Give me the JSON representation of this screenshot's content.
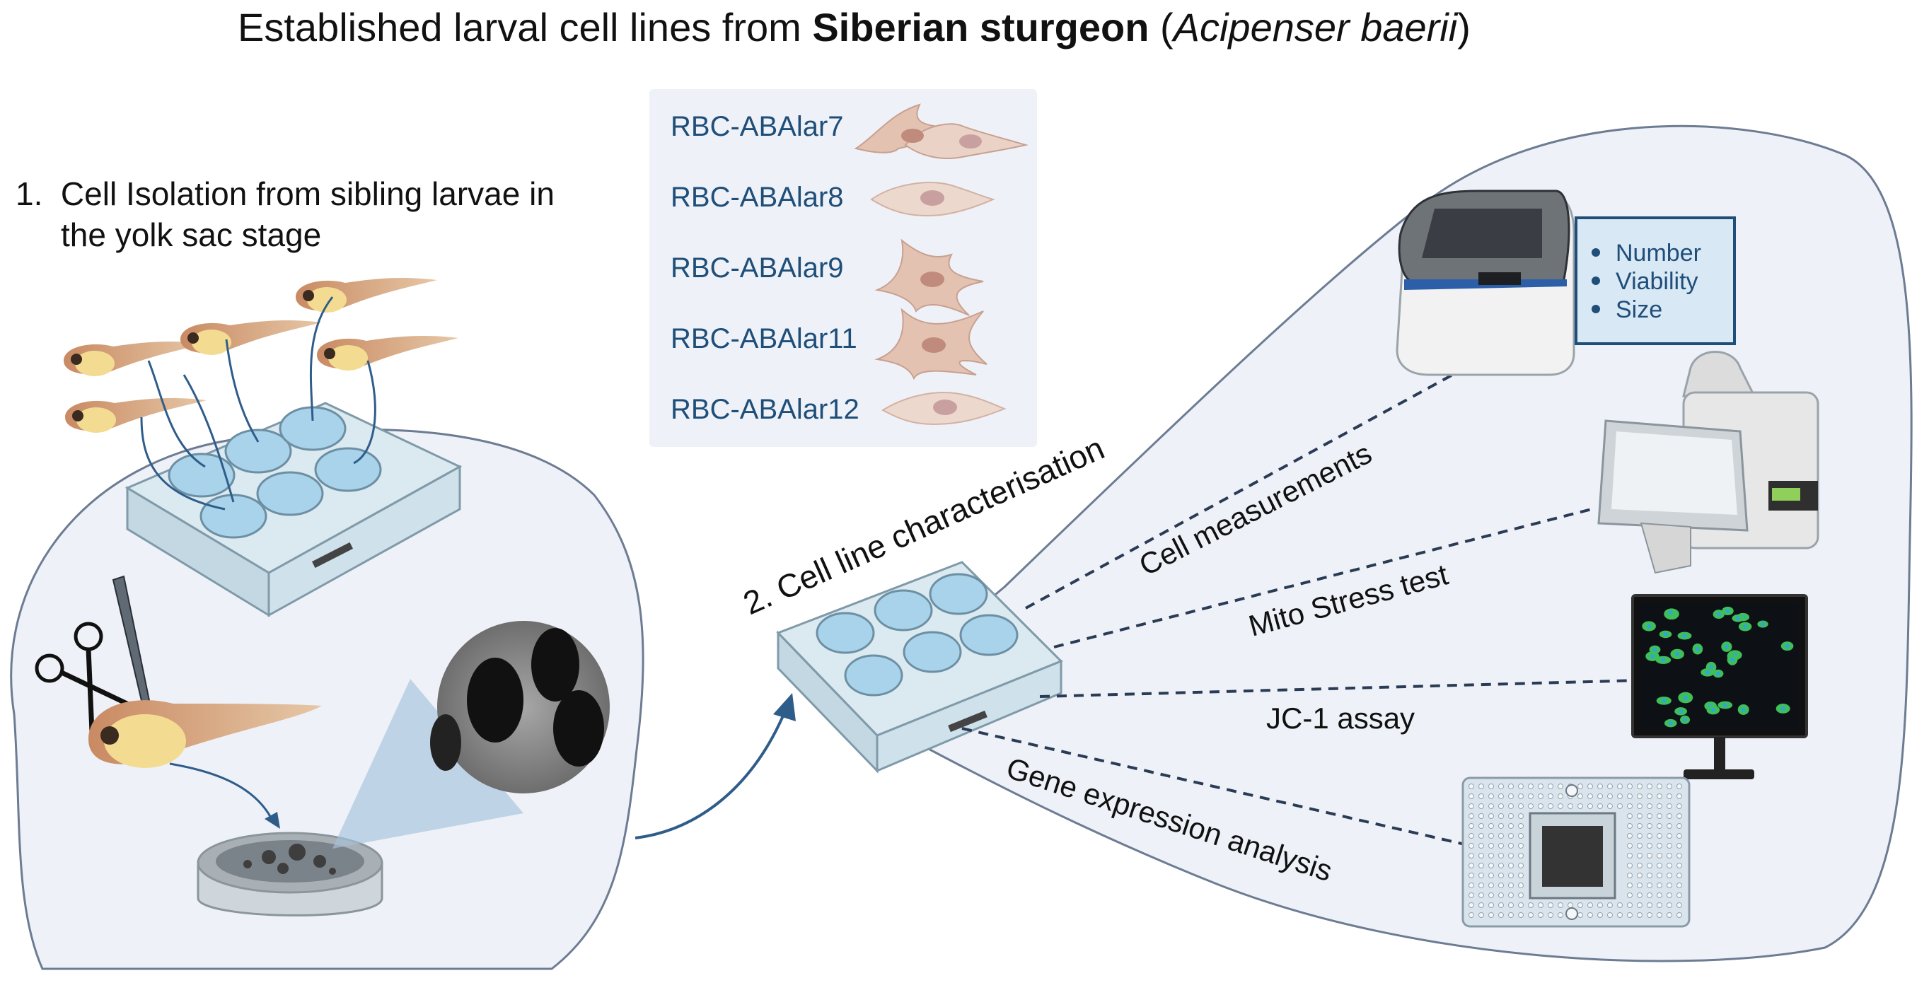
{
  "title": {
    "prefix": "Established larval cell lines from ",
    "bold": "Siberian sturgeon",
    "paren_open": " (",
    "italic": "Acipenser baerii",
    "paren_close": ")"
  },
  "step1": {
    "line1": "1.  Cell Isolation from sibling larvae in",
    "line2": "the yolk sac stage"
  },
  "cell_lines": [
    "RBC-ABAlar7",
    "RBC-ABAlar8",
    "RBC-ABAlar9",
    "RBC-ABAlar11",
    "RBC-ABAlar12"
  ],
  "step2": {
    "label": "2. Cell line characterisation"
  },
  "assays": {
    "cell_measurements": "Cell measurements",
    "mito_stress": "Mito Stress test",
    "jc1": "JC-1 assay",
    "gene_expression": "Gene expression analysis"
  },
  "counter_bullets": [
    "Number",
    "Viability",
    "Size"
  ],
  "colors": {
    "text_dark": "#111111",
    "cell_line_text": "#1f4e79",
    "region_fill": "#eef2f8",
    "region_stroke": "#6d7c93",
    "arrow": "#2f5d8a",
    "plate": "#d6e6ee",
    "well": "#a9d3ea",
    "larva": "#d9a77a",
    "yolk": "#f3dc92",
    "cell_fill": "#e3c2b2",
    "cell_nucleus": "#c08b7c",
    "monitor_screen_green": "#3fbf5a",
    "monitor_screen_blue": "#34a4d8"
  }
}
